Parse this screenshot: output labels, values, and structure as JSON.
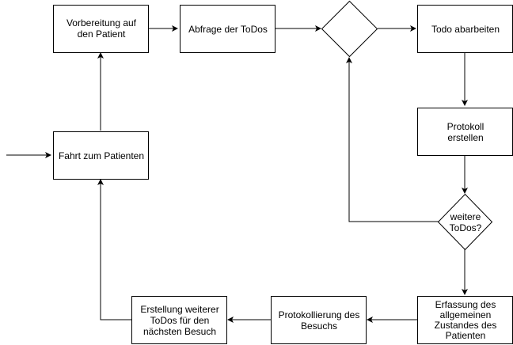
{
  "nodes": {
    "vorbereitung": "Vorbereitung auf\nden Patient",
    "abfrage": "Abfrage der ToDos",
    "todo_abarbeiten": "Todo abarbeiten",
    "protokoll_erstellen": "Protokoll\nerstellen",
    "weitere_todos": "weitere\nToDos?",
    "fahrt": "Fahrt zum Patienten",
    "erfassung": "Erfassung des\nallgemeinen\nZustandes des\nPatienten",
    "protokollierung": "Protokollierung des\nBesuchs",
    "erstellung": "Erstellung weiterer\nToDos für den\nnächsten Besuch"
  }
}
